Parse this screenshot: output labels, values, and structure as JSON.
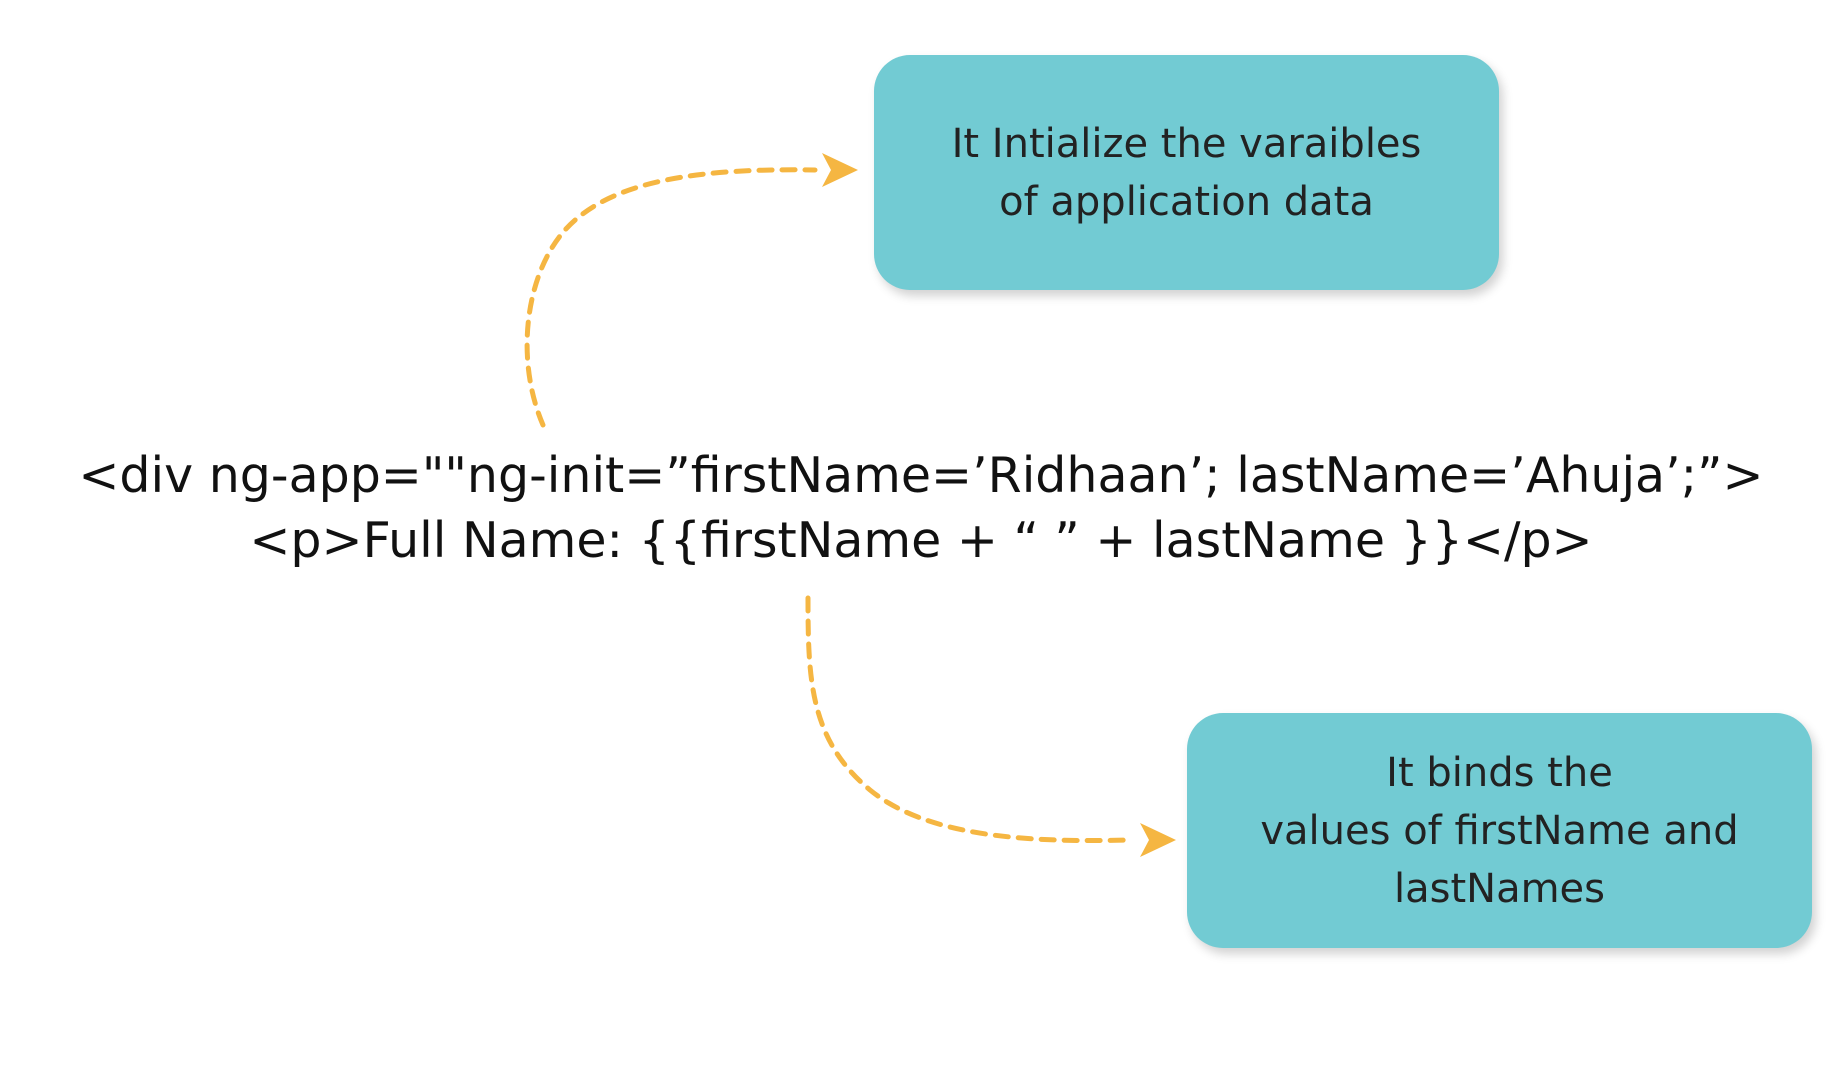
{
  "annotations": {
    "top": {
      "lines": [
        "It Intialize the varaibles",
        "of application data"
      ]
    },
    "bottom": {
      "lines": [
        "It binds the",
        "values of firstName and",
        "lastNames"
      ]
    }
  },
  "code": {
    "line1": "<div ng-app=\"\"ng-init=”firstName=’Ridhaan’; lastName=’Ahuja’;”>",
    "line2": "<p>Full Name: {{firstName + “ ” + lastName }}</p>"
  },
  "colors": {
    "box": "#72cbd3",
    "arrow": "#f5b642",
    "text": "#111111"
  }
}
